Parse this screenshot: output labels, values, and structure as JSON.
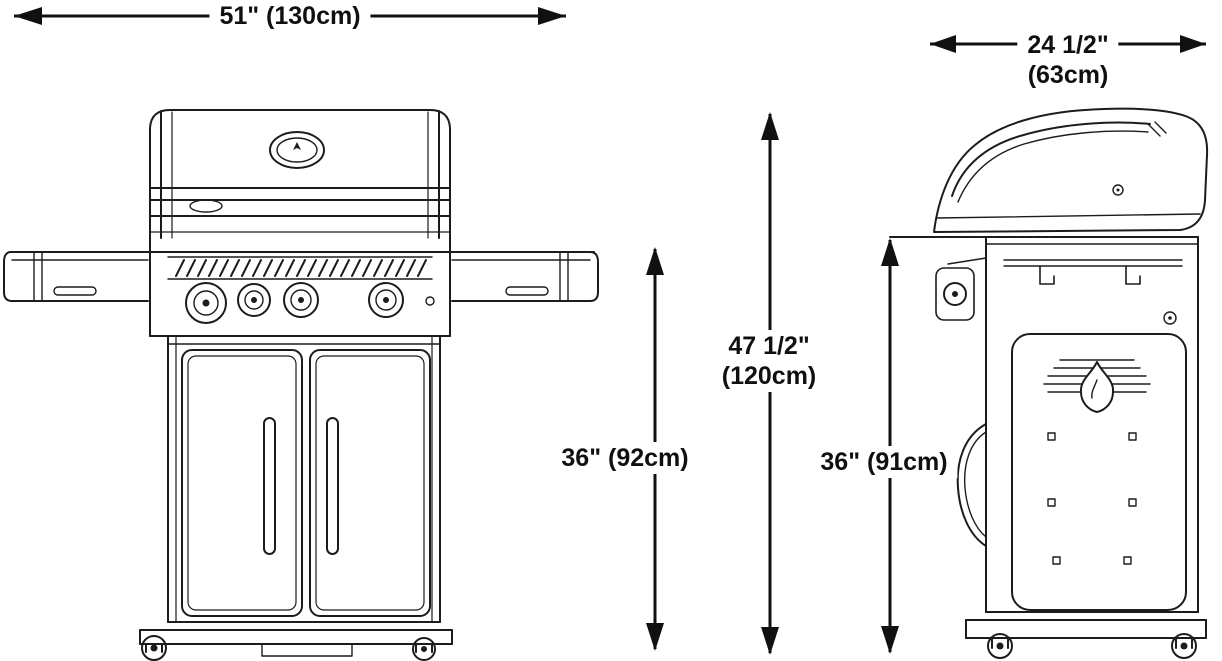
{
  "diagram": {
    "type": "product-dimension-diagram",
    "subject": "gas grill front and side views"
  },
  "colors": {
    "line": "#1c1c1c",
    "dimension": "#111111",
    "background": "#ffffff",
    "text": "#101010"
  },
  "dimensions": {
    "front_width": {
      "label": "51\" (130cm)"
    },
    "side_width": {
      "label_top": "24 1/2\"",
      "label_bottom": "(63cm)"
    },
    "overall_height": {
      "label_top": "47 1/2\"",
      "label_bottom": "(120cm)"
    },
    "front_cart_height": {
      "label": "36\" (92cm)"
    },
    "side_cart_height": {
      "label": "36\" (91cm)"
    }
  }
}
